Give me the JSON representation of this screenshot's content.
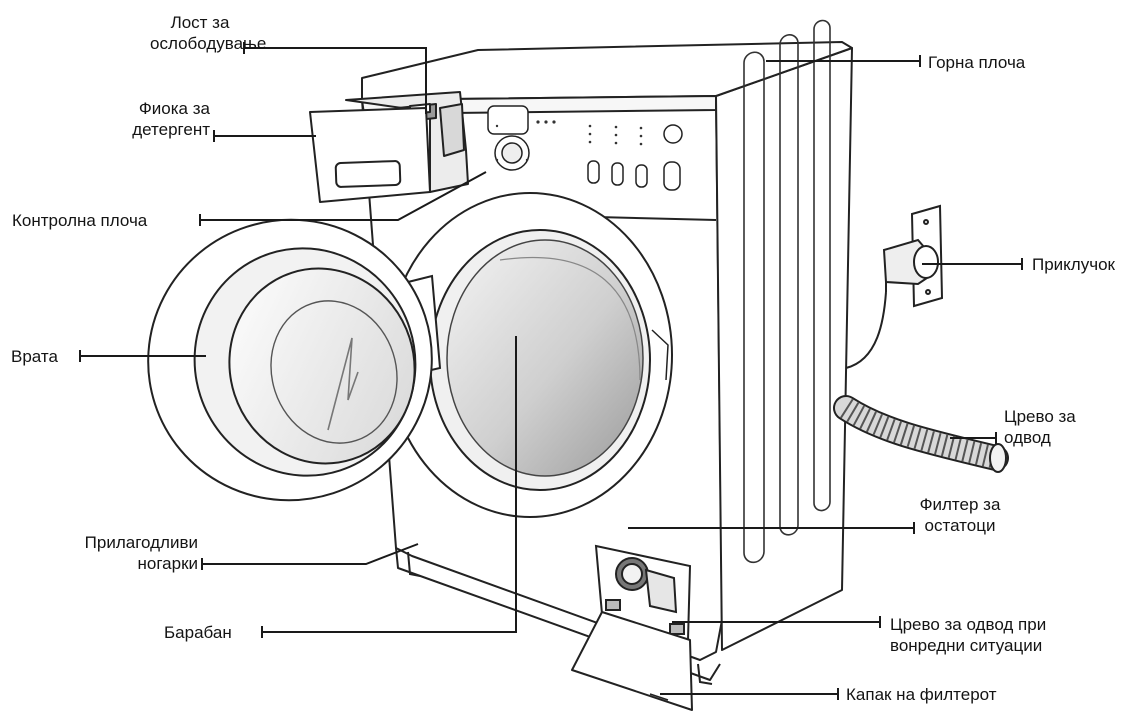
{
  "labels": {
    "release_lever": [
      "Лост за",
      "ослободување"
    ],
    "detergent_drawer": [
      "Фиока за",
      "детергент"
    ],
    "control_panel": [
      "Контролна плоча"
    ],
    "door": [
      "Врата"
    ],
    "adjustable_feet": [
      "Прилагодливи",
      "ногарки"
    ],
    "drum": [
      "Барабан"
    ],
    "top_panel": [
      "Горна плоча"
    ],
    "power_plug": [
      "Приклучок"
    ],
    "drain_hose": [
      "Црево за",
      "одвод"
    ],
    "debris_filter": [
      "Филтер за",
      "остатоци"
    ],
    "emergency_drain_hose": [
      "Црево за одвод при",
      "вонредни ситуации"
    ],
    "filter_cover": [
      "Капак на филтерот"
    ]
  }
}
